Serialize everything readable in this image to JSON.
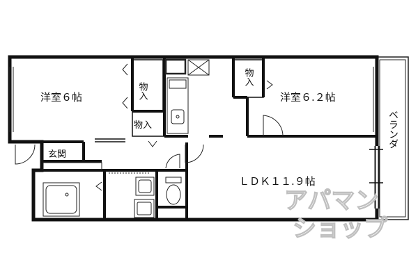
{
  "rooms": {
    "western_room_1": "洋室６帖",
    "western_room_2": "洋室６.２帖",
    "ldk": "ＬＤＫ１１.９帖",
    "entrance": "玄関",
    "veranda": "ベランダ"
  },
  "storage": {
    "closet_1": "物入",
    "closet_2": "物入",
    "closet_3": "物入"
  },
  "watermark": {
    "line1": "アパマン",
    "line2": "ショップ"
  }
}
